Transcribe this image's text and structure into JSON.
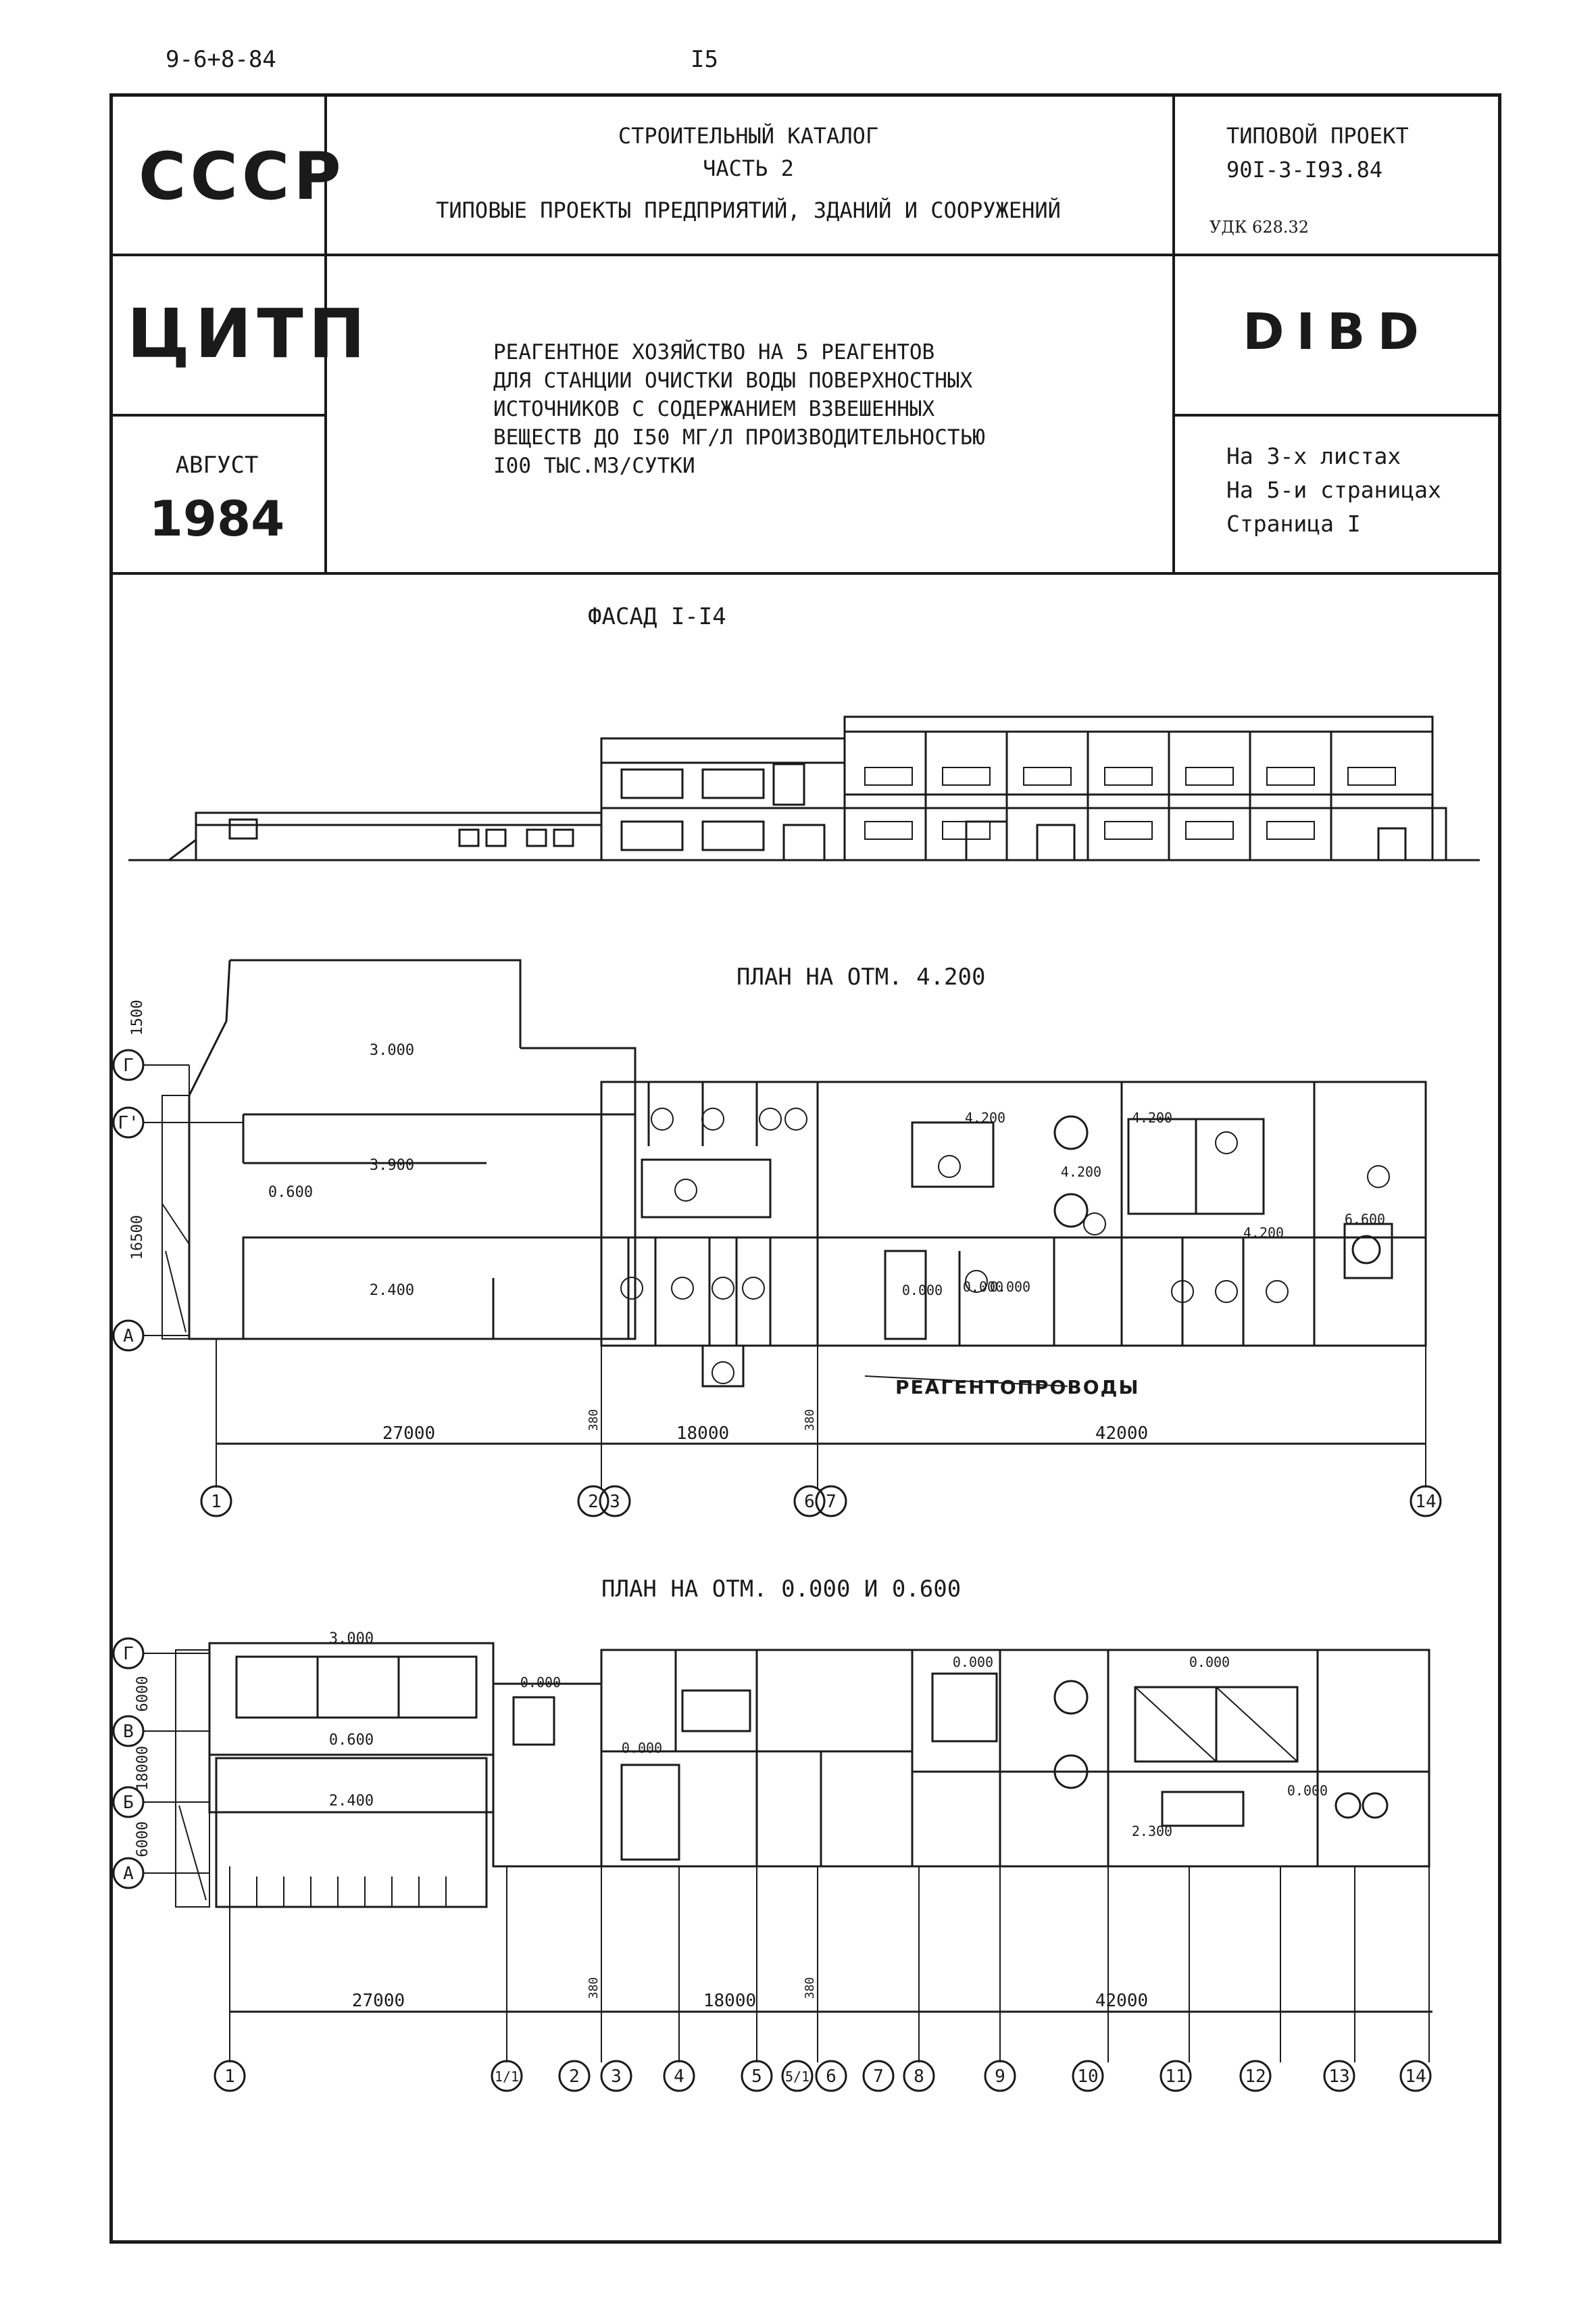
{
  "page_top": {
    "doc_code": "9-6+8-84",
    "page_number": "I5"
  },
  "header": {
    "country": "СССР",
    "catalog_line1": "СТРОИТЕЛЬНЫЙ КАТАЛОГ",
    "catalog_line2": "ЧАСТЬ 2",
    "catalog_line3": "ТИПОВЫЕ ПРОЕКТЫ ПРЕДПРИЯТИЙ, ЗДАНИЙ И СООРУЖЕНИЙ",
    "project_label": "ТИПОВОЙ ПРОЕКТ",
    "project_number": "90I-3-I93.84",
    "udk": "УДК 628.32",
    "org": "ЦИТП",
    "title_lines": [
      "РЕАГЕНТНОЕ ХОЗЯЙСТВО НА 5 РЕАГЕНТОВ",
      "ДЛЯ СТАНЦИИ ОЧИСТКИ ВОДЫ ПОВЕРХНОСТНЫХ",
      "ИСТОЧНИКОВ С СОДЕРЖАНИЕМ ВЗВЕШЕННЫХ",
      "ВЕЩЕСТВ ДО I50 МГ/Л ПРОИЗВОДИТЕЛЬНОСТЬЮ",
      "I00 ТЫС.М3/СУТКИ"
    ],
    "code": "DIBD",
    "month": "АВГУСТ",
    "year": "1984",
    "sheets": "На 3-х листах",
    "pages": "На 5-и страницах",
    "page": "Страница I"
  },
  "drawing": {
    "facade_title": "ФАСАД I-I4",
    "plan1_title": "ПЛАН НА ОТМ. 4.200",
    "plan2_title": "ПЛАН НА ОТМ. 0.000 И 0.600",
    "reagent_label": "РЕАГЕНТОПРОВОДЫ",
    "plan1_dims": [
      "27000",
      "380",
      "18000",
      "380",
      "42000"
    ],
    "plan1_axes": [
      "1",
      "2",
      "3",
      "6",
      "7",
      "14"
    ],
    "plan1_rows": [
      "Г",
      "Г'",
      "А"
    ],
    "plan1_row_dims": [
      "1500",
      "16500"
    ],
    "plan1_levels": [
      "3.000",
      "0.600",
      "3.900",
      "2.400",
      "4.200",
      "4.200",
      "0.000",
      "4.200",
      "0.000",
      "4.200",
      "6.600",
      "0.000"
    ],
    "plan2_dims": [
      "27000",
      "380",
      "18000",
      "380",
      "42000"
    ],
    "plan2_axes": [
      "1",
      "1/1",
      "2",
      "3",
      "4",
      "5",
      "5/1",
      "6",
      "7",
      "8",
      "9",
      "10",
      "11",
      "12",
      "13",
      "14"
    ],
    "plan2_rows": [
      "Г",
      "В",
      "Б",
      "А"
    ],
    "plan2_row_dims": [
      "6000",
      "18000",
      "6000"
    ],
    "plan2_levels": [
      "3.000",
      "0.600",
      "2.400",
      "0.000",
      "0.000",
      "0.000",
      "0.000",
      "2.300",
      "0.000"
    ]
  }
}
